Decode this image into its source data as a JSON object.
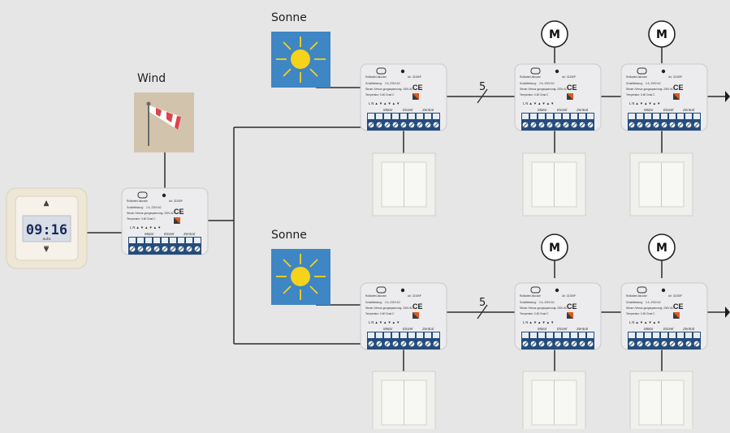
{
  "labels": {
    "wind": "Wind",
    "sun_top": "Sonne",
    "sun_bottom": "Sonne",
    "bus_count_top": "5",
    "bus_count_bottom": "5"
  },
  "timer": {
    "time": "09:16",
    "mode": "auto"
  },
  "motor_symbol": "M",
  "actuator_text": {
    "title": "Rollladen/Jalousie",
    "article": "Art. 32155P",
    "spec_switching": "Schaltleistung:",
    "spec_switching_value": "2 A, 230V AC",
    "spec_control": "Steuer-/Versor-gungsspannung: 230V AC",
    "spec_temp": "Temperatur: 0-60 Grad C",
    "terminal_row": "L  N  ▲ ▼  ▲ ▼  ▲ ▼",
    "group_motor": "Motor",
    "group_single": "Einzel",
    "group_central": "Zentral",
    "ce_mark": "CE"
  },
  "colors": {
    "background": "#e6e6e7",
    "sky": "#3f86c4",
    "sun": "#f6d21a",
    "wind_bg": "#d2c4ac",
    "actuator_body": "#ececee",
    "terminal_blue": "#244c7c",
    "line": "#2b2b2b",
    "logo_orange": "#e05a1c"
  }
}
